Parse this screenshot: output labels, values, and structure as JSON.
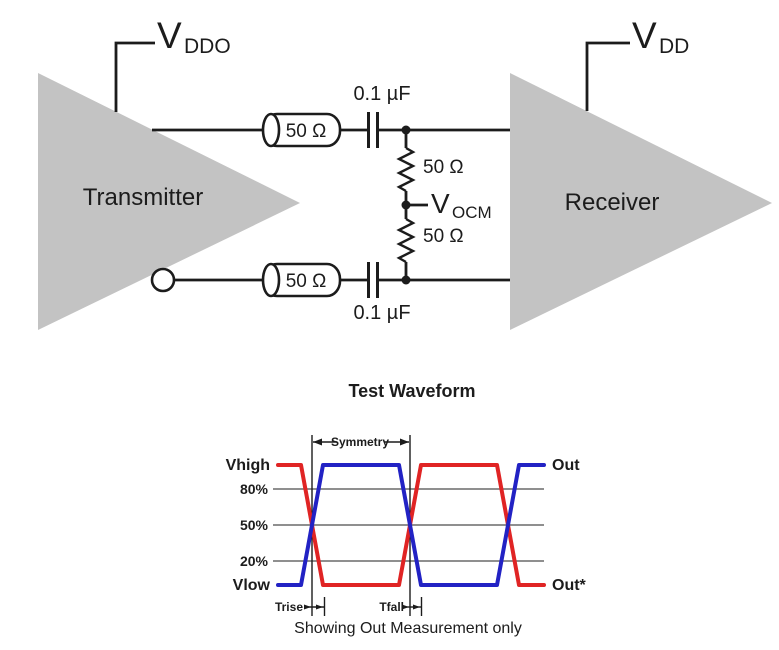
{
  "circuit": {
    "transmitter": "Transmitter",
    "receiver": "Receiver",
    "vddo_base": "V",
    "vddo_sub": "DDO",
    "vdd_base": "V",
    "vdd_sub": "DD",
    "vocm_base": "V",
    "vocm_sub": "OCM",
    "coax_top": "50 Ω",
    "coax_bottom": "50 Ω",
    "cap_top": "0.1 µF",
    "cap_bottom": "0.1 µF",
    "res_top": "50 Ω",
    "res_bottom": "50 Ω"
  },
  "waveform": {
    "title": "Test Waveform",
    "levels": [
      "Vhigh",
      "80%",
      "50%",
      "20%",
      "Vlow"
    ],
    "out": "Out",
    "out_star": "Out*",
    "symmetry": "Symmetry",
    "trise": "Trise",
    "tfall": "Tfall",
    "caption": "Showing Out Measurement only"
  },
  "colors": {
    "out_trace": "#2222c4",
    "out_star_trace": "#e02424",
    "block_fill": "#c3c3c3",
    "gridline": "#6a6a6a"
  },
  "chart_data": {
    "type": "line",
    "title": "Test Waveform",
    "caption": "Showing Out Measurement only",
    "y_levels": [
      "Vlow",
      "20%",
      "50%",
      "80%",
      "Vhigh"
    ],
    "gridlines_at_pct": [
      80,
      50,
      20
    ],
    "x_unit": "time (relative px along axis 0-267)",
    "series": [
      {
        "name": "Out",
        "color": "#2222c4",
        "x": [
          0,
          23,
          45,
          121,
          143,
          219,
          241,
          267
        ],
        "y_pct": [
          0,
          0,
          100,
          100,
          0,
          0,
          100,
          100
        ]
      },
      {
        "name": "Out*",
        "color": "#e02424",
        "x": [
          0,
          23,
          45,
          121,
          143,
          219,
          241,
          267
        ],
        "y_pct": [
          100,
          100,
          0,
          0,
          100,
          100,
          0,
          0
        ]
      }
    ],
    "annotations": [
      {
        "label": "Symmetry",
        "between_x": [
          34,
          132
        ],
        "measures": "50% crossings of first and second transitions"
      },
      {
        "label": "Trise",
        "between_x": [
          34,
          46
        ],
        "measures": "rise transition width"
      },
      {
        "label": "Tfall",
        "between_x": [
          132,
          144
        ],
        "measures": "fall transition width"
      }
    ],
    "legend": [
      {
        "label": "Out",
        "position": "right at Vhigh"
      },
      {
        "label": "Out*",
        "position": "right at Vlow"
      }
    ]
  }
}
